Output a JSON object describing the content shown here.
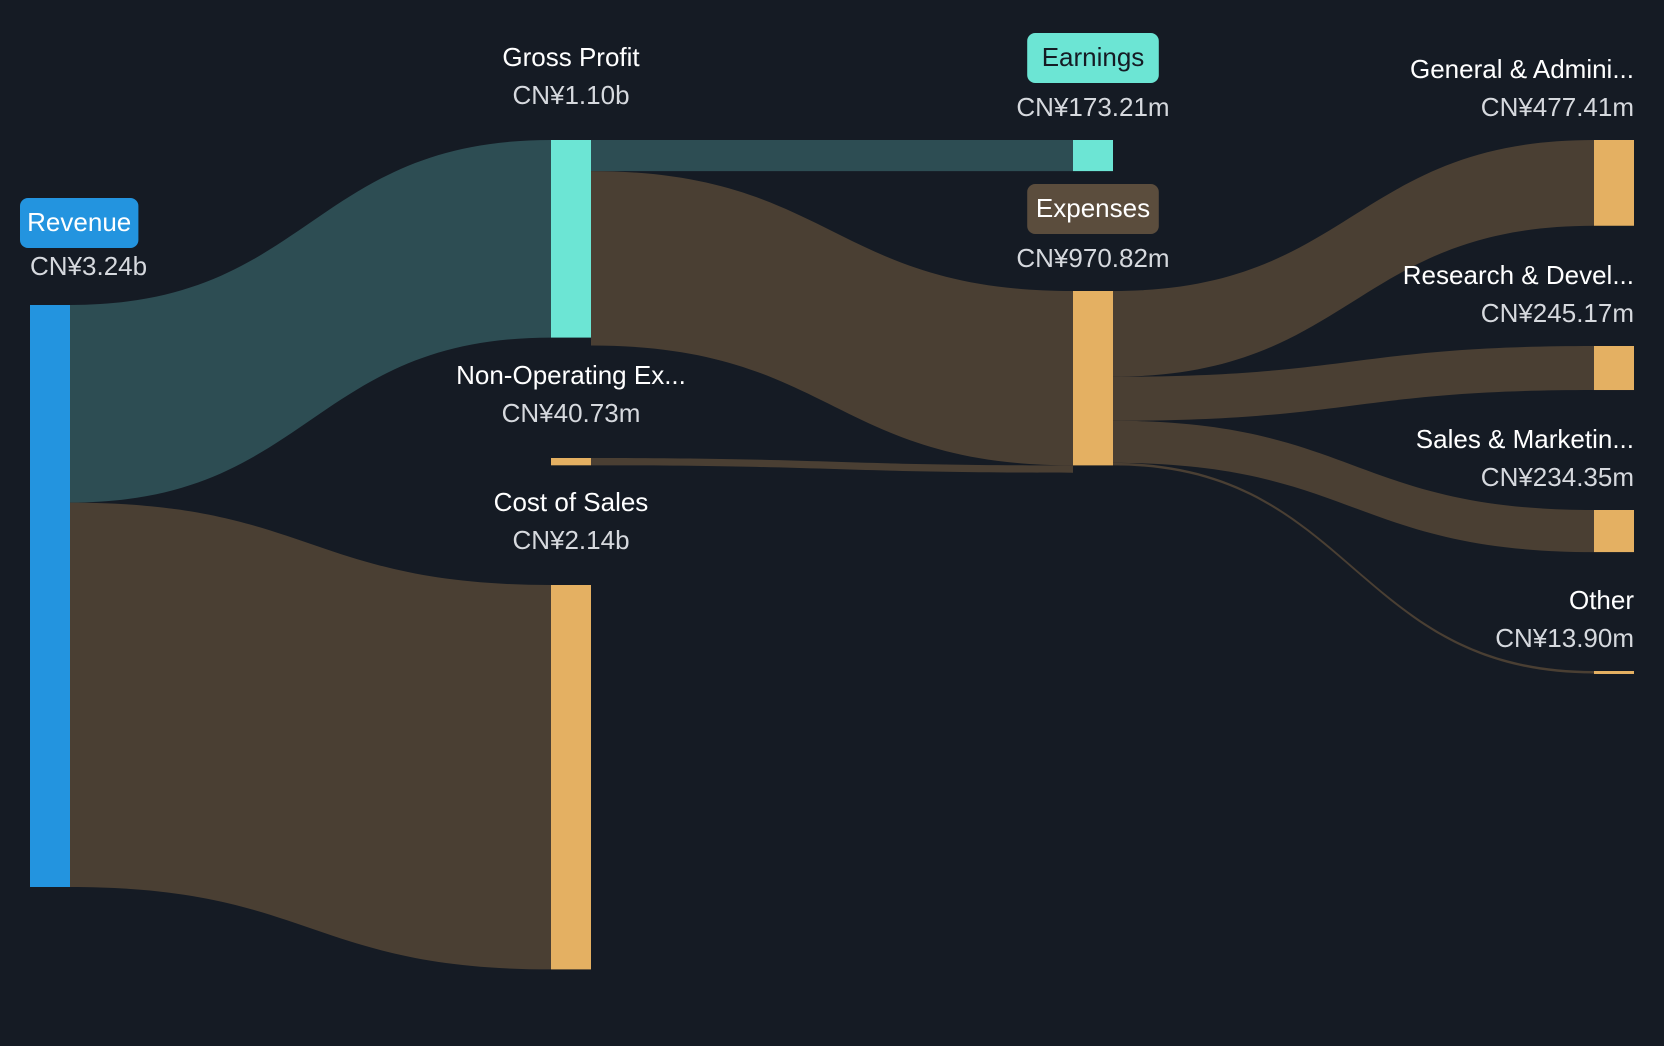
{
  "colors": {
    "background": "#151b24",
    "revenue": "#2394df",
    "profit": "#6ce5d4",
    "expense": "#e4b062",
    "profit_flow": "#2d4d53",
    "expense_flow": "#4a3f33",
    "label_text": "#ffffff",
    "value_text": "#d6d9de"
  },
  "chart_data": {
    "type": "sankey",
    "unit": "CN¥",
    "nodes": [
      {
        "id": "revenue",
        "label": "Revenue",
        "value_label": "CN¥3.24b",
        "value": 3240,
        "style": "pill"
      },
      {
        "id": "gross_profit",
        "label": "Gross Profit",
        "value_label": "CN¥1.10b",
        "value": 1100,
        "style": "plain"
      },
      {
        "id": "non_operating",
        "label": "Non-Operating Ex...",
        "value_label": "CN¥40.73m",
        "value": 40.73,
        "style": "plain"
      },
      {
        "id": "cost_of_sales",
        "label": "Cost of Sales",
        "value_label": "CN¥2.14b",
        "value": 2140,
        "style": "plain"
      },
      {
        "id": "earnings",
        "label": "Earnings",
        "value_label": "CN¥173.21m",
        "value": 173.21,
        "style": "pill"
      },
      {
        "id": "expenses",
        "label": "Expenses",
        "value_label": "CN¥970.82m",
        "value": 970.82,
        "style": "pill"
      },
      {
        "id": "general_admin",
        "label": "General & Admini...",
        "value_label": "CN¥477.41m",
        "value": 477.41,
        "style": "plain"
      },
      {
        "id": "research_dev",
        "label": "Research & Devel...",
        "value_label": "CN¥245.17m",
        "value": 245.17,
        "style": "plain"
      },
      {
        "id": "sales_marketing",
        "label": "Sales & Marketin...",
        "value_label": "CN¥234.35m",
        "value": 234.35,
        "style": "plain"
      },
      {
        "id": "other",
        "label": "Other",
        "value_label": "CN¥13.90m",
        "value": 13.9,
        "style": "plain"
      }
    ],
    "links": [
      {
        "source": "revenue",
        "target": "gross_profit",
        "value": 1100
      },
      {
        "source": "revenue",
        "target": "cost_of_sales",
        "value": 2140
      },
      {
        "source": "gross_profit",
        "target": "earnings",
        "value": 173.21
      },
      {
        "source": "gross_profit",
        "target": "expenses",
        "value": 970.82
      },
      {
        "source": "non_operating",
        "target": "expenses",
        "value": 40.73
      },
      {
        "source": "expenses",
        "target": "general_admin",
        "value": 477.41
      },
      {
        "source": "expenses",
        "target": "research_dev",
        "value": 245.17
      },
      {
        "source": "expenses",
        "target": "sales_marketing",
        "value": 234.35
      },
      {
        "source": "expenses",
        "target": "other",
        "value": 13.9
      }
    ]
  }
}
